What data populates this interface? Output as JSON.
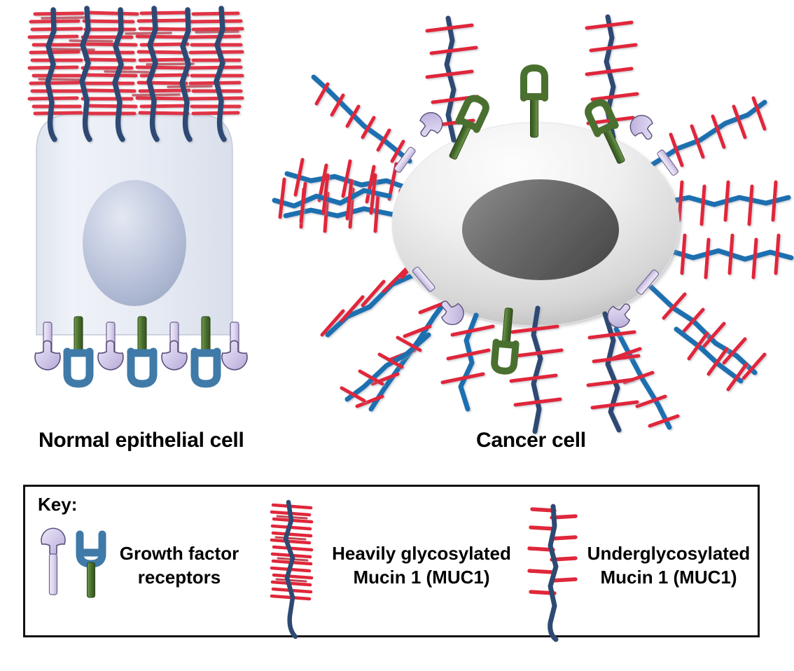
{
  "diagram": {
    "title_normal": "Normal epithelial cell",
    "title_cancer": "Cancer cell",
    "key_title": "Key:"
  },
  "key": {
    "entries": [
      {
        "icon": "growth-factor-receptor-pair",
        "line1": "Growth factor",
        "line2": "receptors"
      },
      {
        "icon": "heavily-glycosylated-mucin",
        "line1": "Heavily glycosylated",
        "line2": "Mucin 1 (MUC1)"
      },
      {
        "icon": "underglycosylated-mucin",
        "line1": "Underglycosylated",
        "line2": "Mucin 1 (MUC1)"
      }
    ]
  },
  "colors": {
    "glycan_red": "#e0273b",
    "glycan_red_dark": "#b01a2b",
    "backbone_navy": "#2e4a73",
    "backbone_blue": "#1f6fb0",
    "receptor_lavender": "#cfc6e8",
    "receptor_lavender_edge": "#5b4f7a",
    "receptor_green": "#4a7030",
    "receptor_blue": "#3f7aa8",
    "normal_cell_fill": "#e9edf5",
    "normal_nucleus": "#b6c0d8",
    "cancer_cell_light": "#f4f4f4",
    "cancer_cell_grey": "#b9b9b9",
    "cancer_nucleus": "#6f6f6f",
    "text_black": "#000000",
    "key_border": "#111111"
  },
  "normal_cell": {
    "mucin_count": 6,
    "mucin_type": "heavily-glycosylated",
    "receptor_sequence": [
      "wrench",
      "fork",
      "wrench",
      "fork",
      "wrench",
      "fork",
      "wrench"
    ],
    "receptor_count": 7,
    "nucleus": "oval"
  },
  "cancer_cell": {
    "mucin_count": 18,
    "mucin_type": "underglycosylated",
    "wrench_receptor_count": 4,
    "fork_receptor_count": 4,
    "nucleus": "ellipse"
  }
}
